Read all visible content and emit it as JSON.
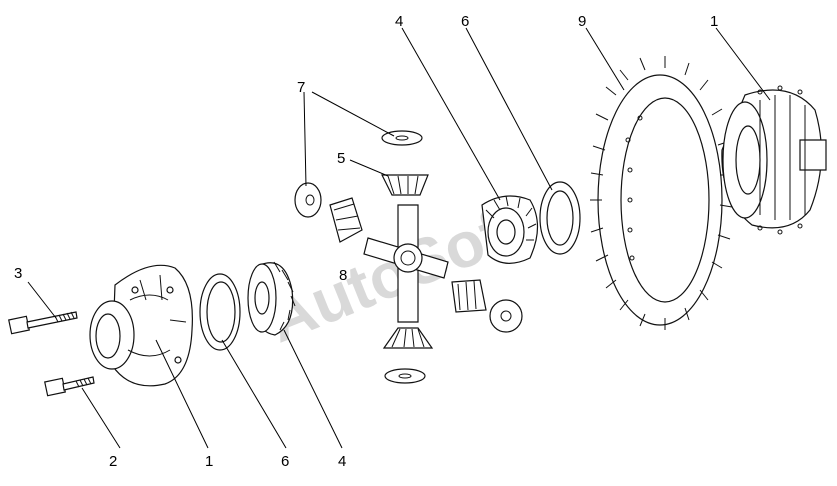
{
  "watermark": "AutoSoft",
  "callouts": [
    {
      "id": "c-1-bottom",
      "text": "1"
    },
    {
      "id": "c-2",
      "text": "2"
    },
    {
      "id": "c-3",
      "text": "3"
    },
    {
      "id": "c-6-bottom",
      "text": "6"
    },
    {
      "id": "c-4-bottom",
      "text": "4"
    },
    {
      "id": "c-8",
      "text": "8"
    },
    {
      "id": "c-7",
      "text": "7"
    },
    {
      "id": "c-5",
      "text": "5"
    },
    {
      "id": "c-4-top",
      "text": "4"
    },
    {
      "id": "c-6-top",
      "text": "6"
    },
    {
      "id": "c-9",
      "text": "9"
    },
    {
      "id": "c-1-top",
      "text": "1"
    }
  ]
}
